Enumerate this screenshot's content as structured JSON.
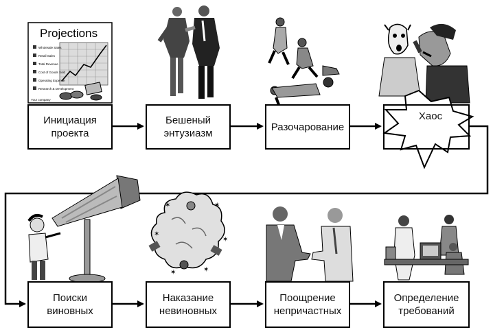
{
  "stages": [
    {
      "label": "Инициация\nпроекта"
    },
    {
      "label": "Бешеный\nэнтузиазм"
    },
    {
      "label": "Разочарование"
    },
    {
      "label": "Хаос"
    },
    {
      "label": "Поиски\nвиновных"
    },
    {
      "label": "Наказание\nневиновных"
    },
    {
      "label": "Поощрение\nнепричастных"
    },
    {
      "label": "Определение\nтребований"
    }
  ],
  "projections_doc": {
    "title": "Projections",
    "lines": [
      "Wholesale Sales",
      "Retail Sales",
      "Total Revenue",
      "Cost of Goods Sold",
      "Operating Expense",
      "Research & Development"
    ],
    "footer": "Your company"
  }
}
